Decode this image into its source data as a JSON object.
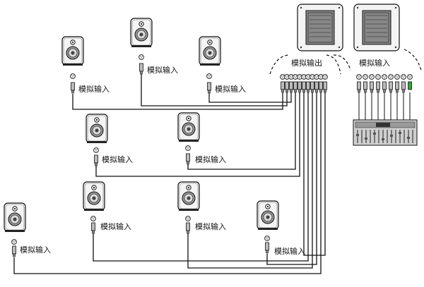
{
  "labels": {
    "analog_input": "模拟输入",
    "analog_output": "模拟输出",
    "analog_input_mixer": "模拟输入"
  },
  "icons": {
    "speaker": "studio-monitor-speaker-icon",
    "subwoofer": "subwoofer-icon",
    "xlr_female": "xlr-female-connector-icon",
    "xlr_male": "xlr-male-plug-icon",
    "mixer": "mixing-console-icon"
  },
  "colors": {
    "line": "#111111",
    "highlight_plug": "#3aa13a"
  }
}
